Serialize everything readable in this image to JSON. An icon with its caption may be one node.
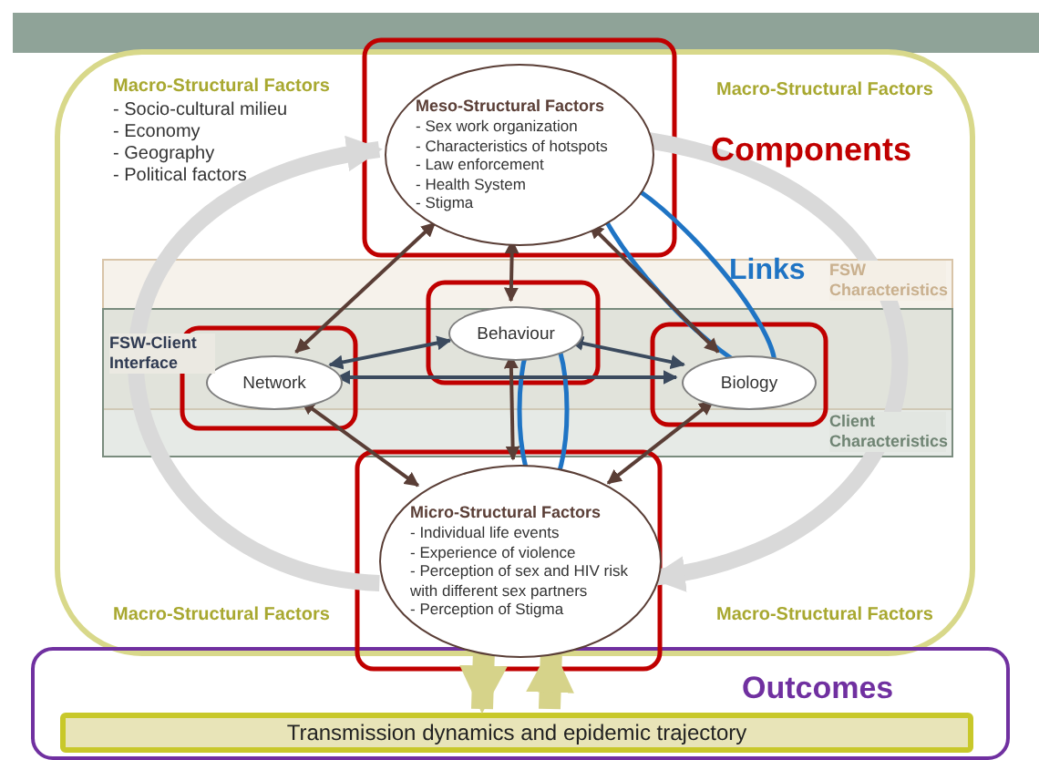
{
  "diagram": {
    "nodes": [
      {
        "text": [
          "Macro-Structural Factors",
          "- Socio-cultural milieu",
          "- Economy",
          "- Geography",
          "- Political factors"
        ]
      },
      {
        "text": [
          "Meso-Structural Factors",
          "- Sex work organization",
          "- Characteristics of hotspots",
          "- Law enforcement",
          "- Health System",
          "- Stigma"
        ],
        "in": 0
      },
      {
        "text": [
          "Behaviour"
        ],
        "in": 0
      },
      {
        "text": [
          "Network"
        ],
        "in": 0
      },
      {
        "text": [
          "Biology"
        ],
        "in": 0
      },
      {
        "text": [
          "Micro-Structural Factors",
          "- Individual life events",
          "- Experience of violence",
          "- Perception of sex and HIV risk with different sex partners",
          "- Perception of Stigma"
        ],
        "in": 0
      },
      {
        "text": [
          "Outcomes"
        ]
      },
      {
        "text": [
          "Transmission dynamics and epidemic trajectory"
        ],
        "in": 6
      }
    ],
    "edges": [
      {
        "from": 1,
        "to": 2,
        "arrow": "both"
      },
      {
        "from": 1,
        "to": 3,
        "arrow": "both"
      },
      {
        "from": 1,
        "to": 4,
        "arrow": "both"
      },
      {
        "from": 3,
        "to": 2,
        "arrow": "both",
        "color": "#3b4a5e"
      },
      {
        "from": 2,
        "to": 4,
        "arrow": "both",
        "color": "#3b4a5e"
      },
      {
        "from": 3,
        "to": 4,
        "arrow": "both",
        "color": "#3b4a5e"
      },
      {
        "from": 5,
        "to": 2,
        "arrow": "both"
      },
      {
        "from": 5,
        "to": 3,
        "arrow": "both"
      },
      {
        "from": 5,
        "to": 4,
        "arrow": "both"
      },
      {
        "from": 5,
        "to": 1,
        "arrow": "to",
        "style": "thick",
        "color": "#d9d9d9"
      },
      {
        "from": 1,
        "to": 5,
        "arrow": "to",
        "style": "thick",
        "color": "#d9d9d9"
      },
      {
        "from": 5,
        "to": 7,
        "arrow": "to",
        "style": "thick",
        "color": "#d6d38a"
      },
      {
        "from": 7,
        "to": 5,
        "arrow": "to",
        "style": "thick",
        "color": "#d6d38a"
      }
    ],
    "labels": [
      "Macro-Structural Factors",
      "Components",
      "Links",
      "FSW Characteristics",
      "FSW-Client Interface",
      "Client Characteristics",
      "Macro-Structural Factors",
      "Macro-Structural Factors"
    ]
  }
}
